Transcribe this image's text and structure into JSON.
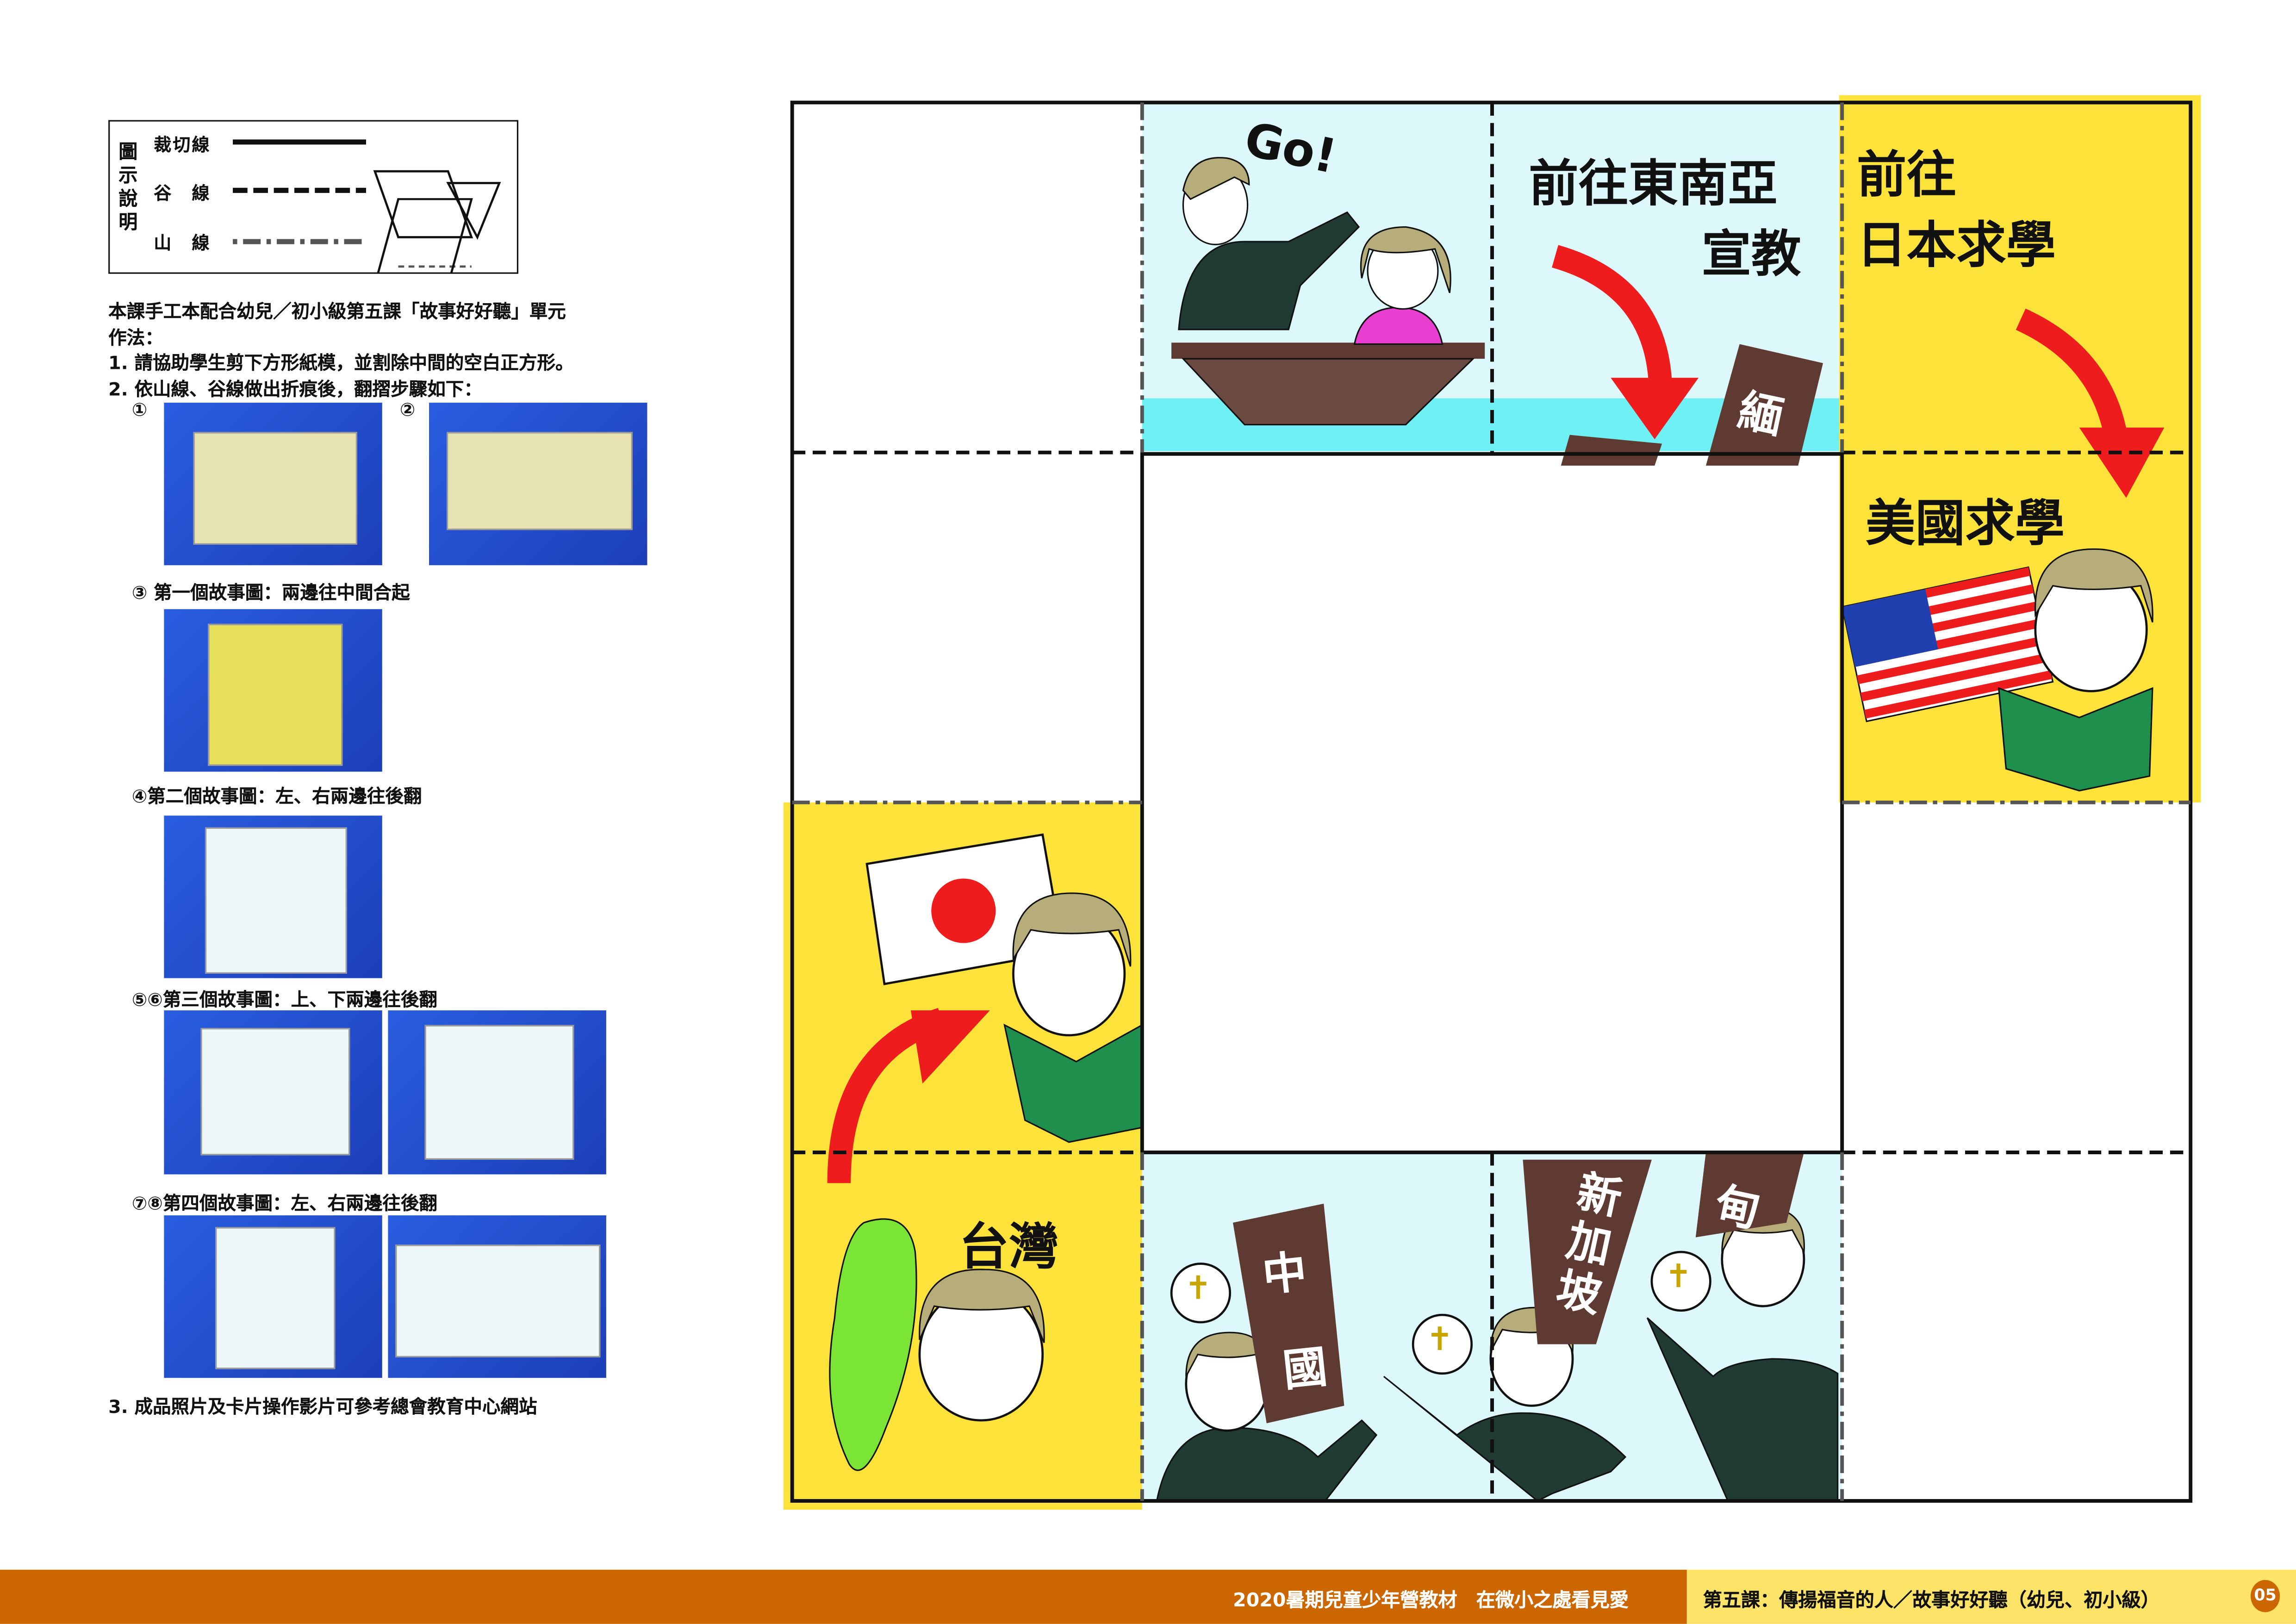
{
  "legend": {
    "title": "圖示說明",
    "rows": [
      {
        "label": "裁切線",
        "style": "solid"
      },
      {
        "label": "谷　線",
        "style": "dashed"
      },
      {
        "label": "山　線",
        "style": "dash-dot"
      }
    ]
  },
  "instructions": {
    "intro": "本課手工本配合幼兒／初小級第五課「故事好好聽」單元",
    "method": "作法：",
    "step1": "1. 請協助學生剪下方形紙模，並割除中間的空白正方形。",
    "step2": "2. 依山線、谷線做出折痕後，翻摺步驟如下：",
    "photo1": "①",
    "photo2": "②",
    "step_3": "③ 第一個故事圖：兩邊往中間合起",
    "step_4": "④第二個故事圖：左、右兩邊往後翻",
    "step_56": "⑤⑥第三個故事圖：上、下兩邊往後翻",
    "step_78": "⑦⑧第四個故事圖：左、右兩邊往後翻",
    "step3": "3. 成品照片及卡片操作影片可參考總會教育中心網站"
  },
  "board": {
    "go": "Go!",
    "sea_l1": "前往東南亞",
    "sea_l2": "宣教",
    "japan_l1": "前往",
    "japan_l2": "日本求學",
    "usa": "美國求學",
    "taiwan": "台灣",
    "burma_top": "緬",
    "burma_bottom": "甸",
    "china_1": "中",
    "china_2": "國",
    "singapore": "新加坡",
    "cross": "✝",
    "colors": {
      "yellow": "#fde23a",
      "cyan": "#dcf8fb",
      "brown": "#5e3a32",
      "red": "#ee1c1c",
      "green": "#1f8f4e"
    }
  },
  "footer": {
    "left": "2020暑期兒童少年營教材　在微小之處看見愛",
    "right": "第五課：傳揚福音的人／故事好好聽（幼兒、初小級）",
    "page": "05"
  }
}
